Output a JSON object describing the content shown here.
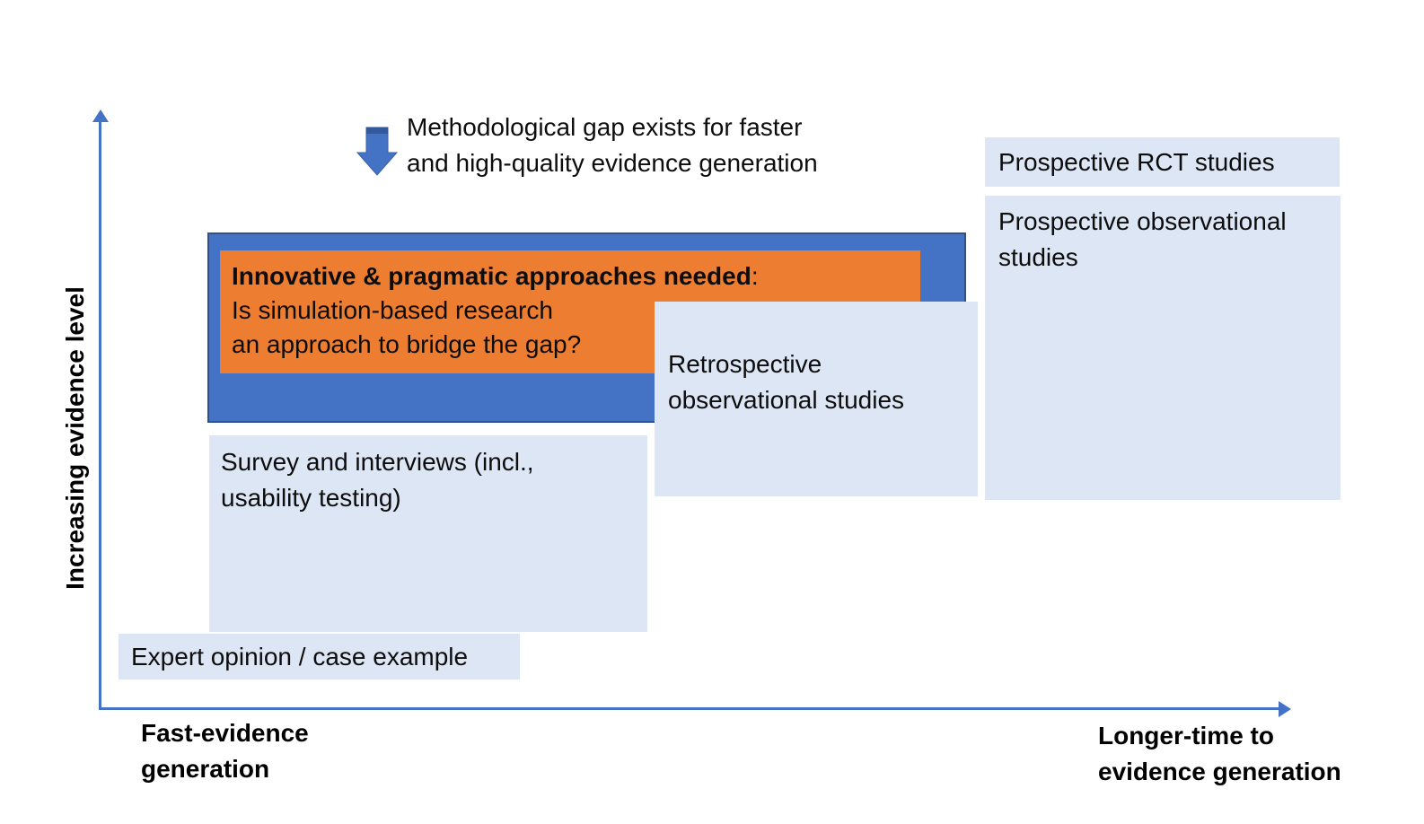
{
  "colors": {
    "accent_blue": "#4472C4",
    "accent_blue_border": "#2F528F",
    "accent_orange": "#ED7D31",
    "light_blue_fill": "#DCE6F4",
    "text": "#0d0d0d"
  },
  "annotation": {
    "icon": "block-down-arrow",
    "line1": "Methodological gap exists for faster",
    "line2": "and high-quality evidence generation"
  },
  "gap_box": {
    "heading_bold": "Innovative & pragmatic approaches needed",
    "heading_suffix": ":",
    "line2": "Is simulation-based research",
    "line3": "an approach to bridge the gap?"
  },
  "boxes": {
    "prospective_rct": {
      "label": "Prospective RCT studies"
    },
    "prospective_observational": {
      "line1": "Prospective observational",
      "line2": "studies"
    },
    "retrospective": {
      "line1": "Retrospective",
      "line2": "observational studies"
    },
    "survey": {
      "line1": "Survey and interviews (incl.,",
      "line2": "usability testing)"
    },
    "expert": {
      "label": "Expert opinion / case example"
    }
  },
  "axes": {
    "y_label": "Increasing evidence level",
    "x_left_line1": "Fast-evidence",
    "x_left_line2": "generation",
    "x_right_line1": "Longer-time to",
    "x_right_line2": "evidence generation"
  }
}
